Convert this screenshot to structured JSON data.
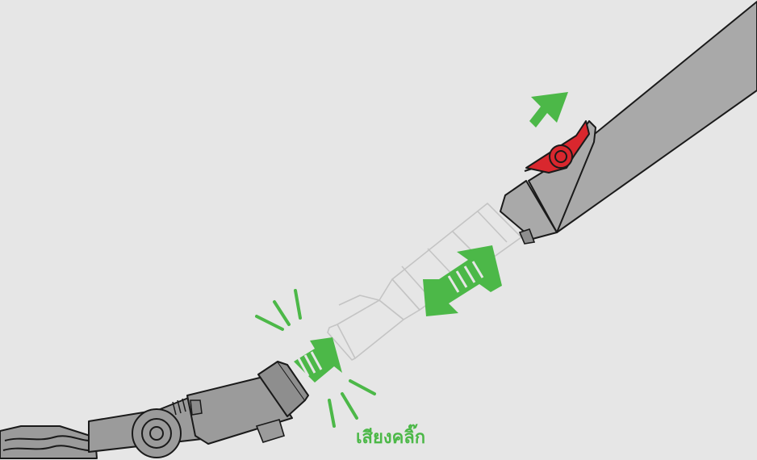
{
  "annotation": {
    "click_sound_label": "เสียงคลิ๊ก"
  },
  "colors": {
    "background": "#e6e6e6",
    "arrow_green": "#4cb848",
    "wand_grey": "#a9a9a9",
    "part_grey": "#9b9b9b",
    "release_button_red": "#d9272e",
    "outline": "#1a1a1a",
    "ghost_outline": "#c4c4c4"
  },
  "icons": {
    "press_arrow": "arrow-down-left",
    "extend_arrow": "double-headed-arrow",
    "insert_arrow": "arrow-up-right",
    "sound_marks": "radiating-lines"
  }
}
